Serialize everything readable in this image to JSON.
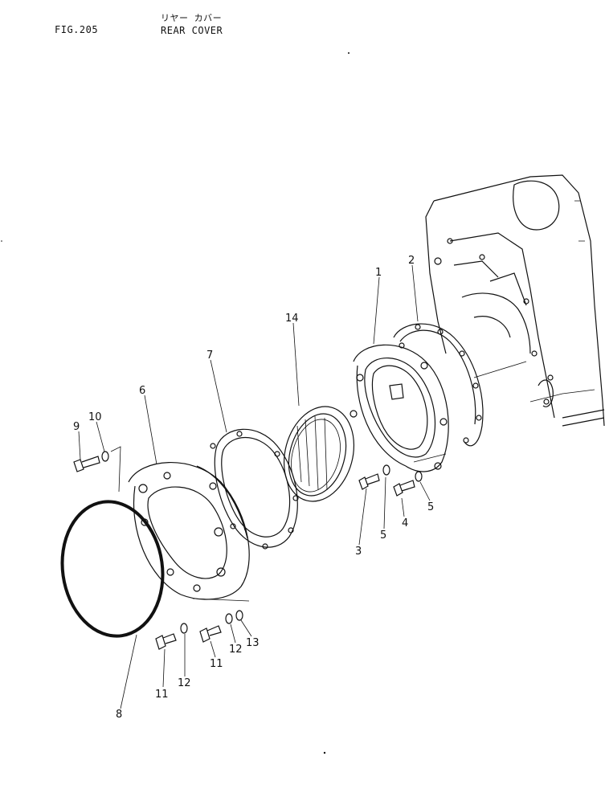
{
  "header": {
    "figure": "FIG.205",
    "title_jp": "リヤー カバー",
    "title_en": "REAR COVER"
  },
  "callouts": {
    "c1": "1",
    "c2": "2",
    "c3": "3",
    "c4": "4",
    "c5a": "5",
    "c5b": "5",
    "c6": "6",
    "c7": "7",
    "c8": "8",
    "c9": "9",
    "c10": "10",
    "c11a": "11",
    "c11b": "11",
    "c12a": "12",
    "c12b": "12",
    "c13": "13",
    "c14": "14"
  }
}
